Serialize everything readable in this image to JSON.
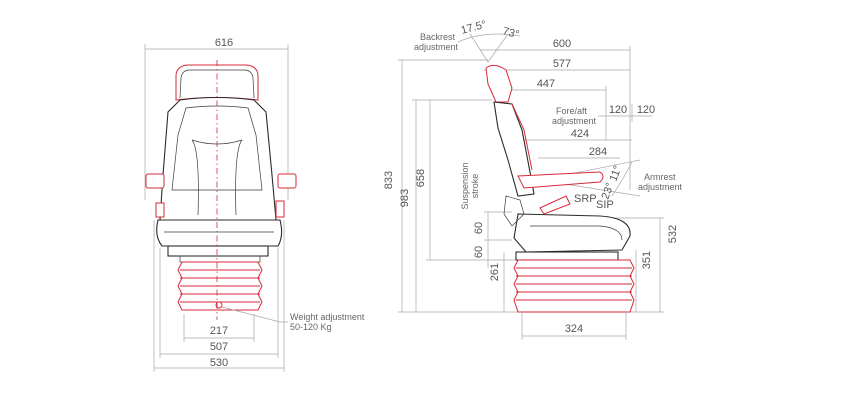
{
  "front_view": {
    "width_top": "616",
    "bellows_width": "217",
    "seat_width": "507",
    "base_width": "530",
    "weight_label": "Weight adjustment",
    "weight_range": "50-120 Kg"
  },
  "side_view": {
    "backrest_angle_rear": "17.5°",
    "backrest_angle_front": "73°",
    "backrest_label_1": "Backrest",
    "backrest_label_2": "adjustment",
    "depth_600": "600",
    "depth_577": "577",
    "depth_447": "447",
    "fore_aft_1": "Fore/aft",
    "fore_aft_2": "adjustment",
    "fore_aft_a": "120",
    "fore_aft_b": "120",
    "depth_424": "424",
    "depth_284": "284",
    "armrest_angle_up": "11°",
    "armrest_angle_down": "23°",
    "armrest_label_1": "Armrest",
    "armrest_label_2": "adjustment",
    "srp": "SRP",
    "sip": "SIP",
    "height_833": "833",
    "height_983": "983",
    "height_658": "658",
    "suspension_1": "Suspension",
    "suspension_2": "stroke",
    "stroke_60a": "60",
    "stroke_60b": "60",
    "height_261": "261",
    "height_351": "351",
    "height_532": "532",
    "base_324": "324"
  }
}
